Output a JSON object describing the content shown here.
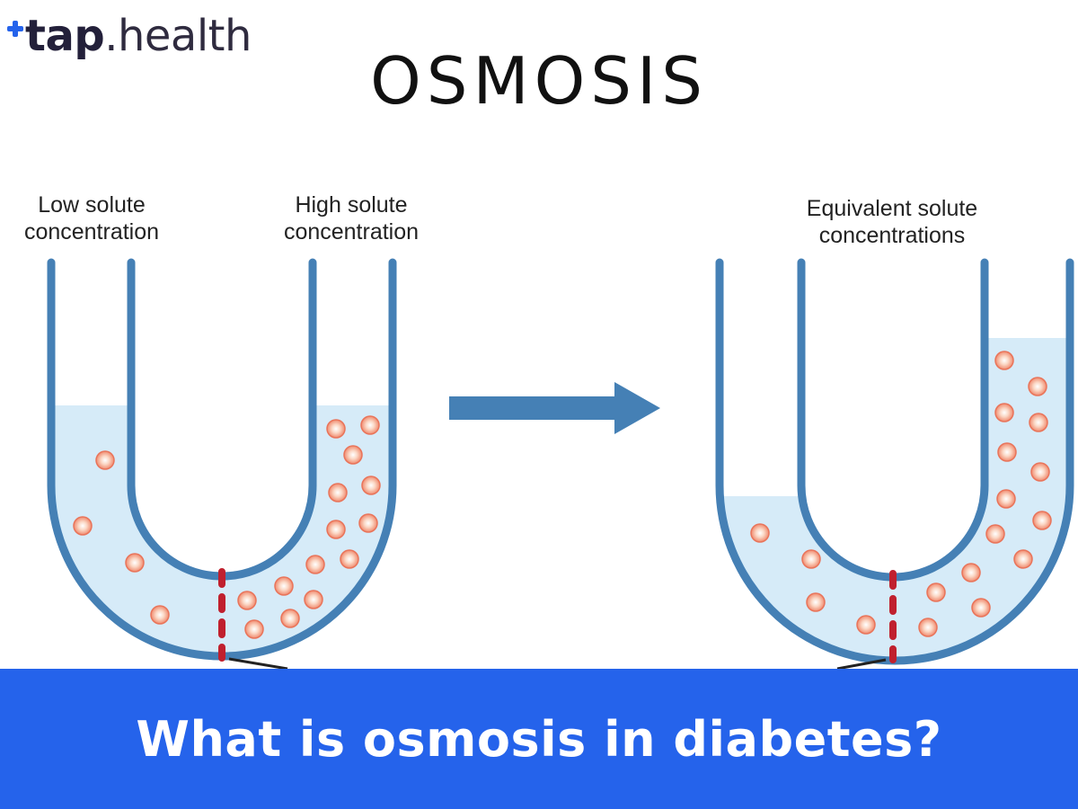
{
  "brand": {
    "part1": "tap",
    "part2": ".health"
  },
  "title": "OSMOSIS",
  "left_tube": {
    "label_left": [
      "Low  solute",
      "concentration"
    ],
    "label_right": [
      "High  solute",
      "concentration"
    ]
  },
  "right_tube": {
    "label": [
      "Equivalent  solute",
      "concentrations"
    ]
  },
  "banner": {
    "text": "What is osmosis in diabetes?"
  },
  "colors": {
    "tube": "#4580b5",
    "liquid": "#d6ebf8",
    "membrane": "#c0202e",
    "particle": "#f08a6e",
    "arrow": "#4580b5",
    "banner": "#2563eb"
  }
}
